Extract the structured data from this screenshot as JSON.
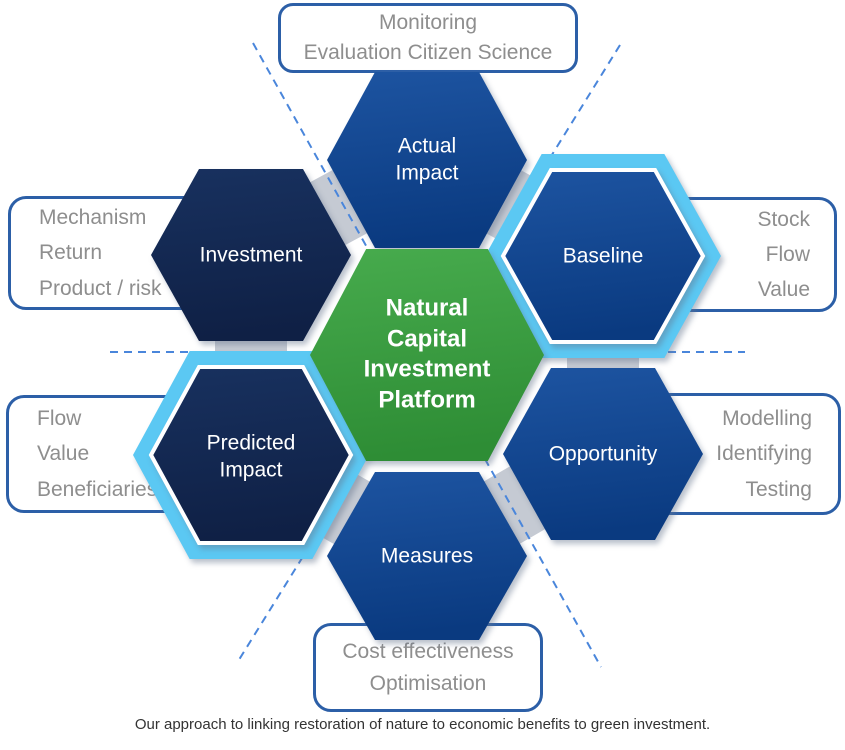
{
  "caption": "Our approach to linking restoration of nature to economic benefits to green investment.",
  "hexagons": {
    "actual_impact": {
      "label": "Actual\nImpact",
      "highlighted": false
    },
    "investment": {
      "label": "Investment",
      "highlighted": false
    },
    "baseline": {
      "label": "Baseline",
      "highlighted": true
    },
    "predicted_impact": {
      "label": "Predicted\nImpact",
      "highlighted": true
    },
    "opportunity": {
      "label": "Opportunity",
      "highlighted": false
    },
    "measures": {
      "label": "Measures",
      "highlighted": false
    },
    "platform": {
      "label": "Natural\nCapital\nInvestment\nPlatform",
      "highlighted": false
    }
  },
  "callouts": {
    "monitoring": {
      "text": "Monitoring\nEvaluation Citizen Science"
    },
    "stock": {
      "text": "Stock\nFlow\nValue"
    },
    "mechanism": {
      "text": "Mechanism\nReturn\nProduct / risk"
    },
    "flow": {
      "text": "Flow\nValue\nBeneficiaries"
    },
    "modelling": {
      "text": "Modelling\nIdentifying\nTesting"
    },
    "cost": {
      "text": "Cost effectiveness\nOptimisation"
    }
  },
  "colors": {
    "hex_blue_top": "#1D54A1",
    "hex_blue_bottom": "#0A3A80",
    "hex_navy_top": "#18315F",
    "hex_navy_bottom": "#0F2045",
    "hex_green_top": "#47AB4D",
    "hex_green_bottom": "#2E8D35",
    "highlight_cyan": "#5BC8F3",
    "connector_gray": "#C5CAD3",
    "dashed_line_blue": "#4A86DB",
    "callout_border_blue": "#2C5FA7",
    "callout_text_gray": "#8E8E8E",
    "hex_label_white": "#FFFFFF",
    "caption_text": "#333333"
  }
}
